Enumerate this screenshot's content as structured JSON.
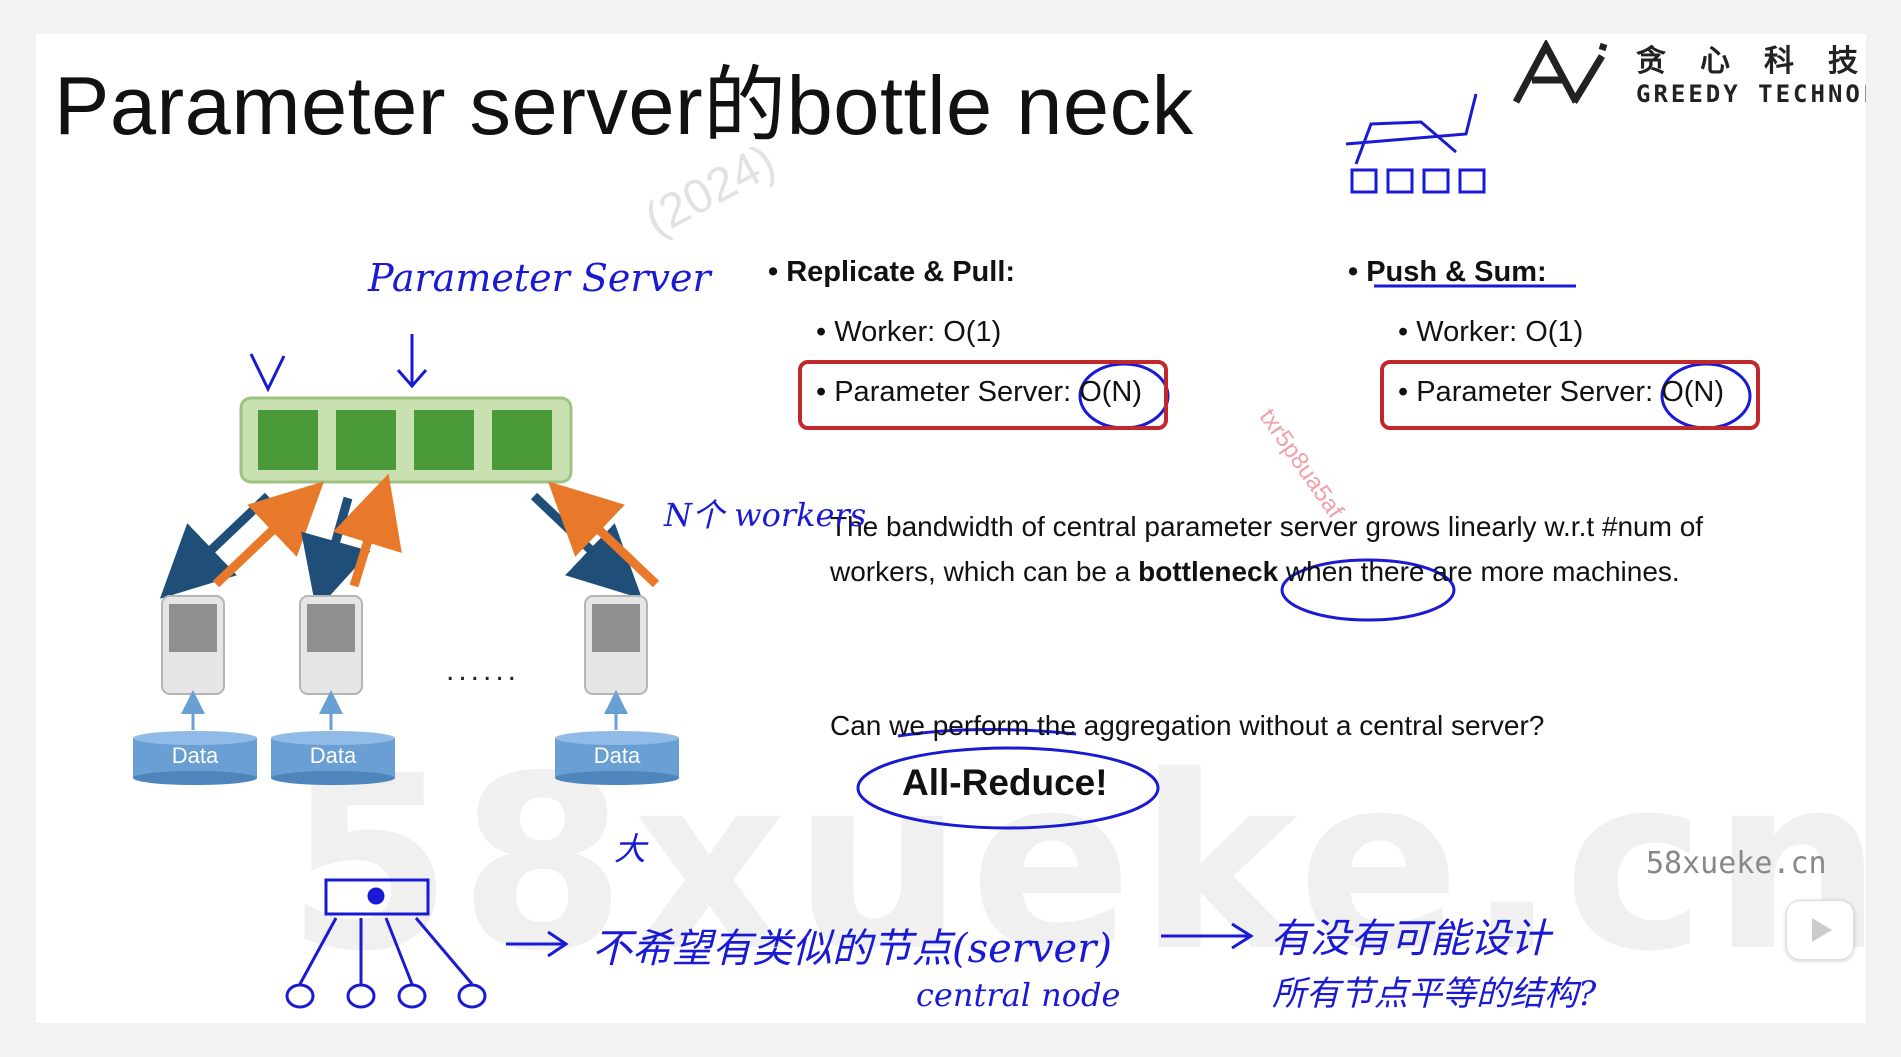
{
  "slide": {
    "title": "Parameter server的bottle neck",
    "watermark_text": "58xueke.cn",
    "watermark_year": "(2024)",
    "watermark_code": "txr5p8ua5af",
    "corner_url": "58xueke.cn",
    "logo": {
      "cn": "贪心科技",
      "en": "GREEDY TECHNOLOG"
    }
  },
  "diagram": {
    "data_labels": [
      "Data",
      "Data",
      "Data"
    ],
    "ellipsis": "......",
    "colors": {
      "server_outer": "#c9e0b0",
      "server_cell": "#4a9a3a",
      "arrow_blue": "#1f4e79",
      "arrow_orange": "#e8782a",
      "data_blue": "#6a9fd4"
    }
  },
  "replicate": {
    "heading": "Replicate & Pull:",
    "worker": "Worker: O(1)",
    "ps": "Parameter Server: O(N)"
  },
  "push": {
    "heading": "Push & Sum:",
    "worker": "Worker: O(1)",
    "ps": "Parameter Server: O(N)"
  },
  "paragraph": {
    "before": "The bandwidth of central parameter server grows linearly w.r.t #num of workers, which can be a ",
    "bold": "bottleneck",
    "after": " when there are more machines."
  },
  "question": "Can we perform the aggregation without a central server?",
  "answer": "All-Reduce!",
  "handwriting": {
    "parameter_server": "Parameter Server",
    "n_workers": "N个 workers",
    "no_central": "不希望有类似的节点(server)",
    "central_node": "central node",
    "design": "有没有可能设计",
    "structure": "所有节点平等的结构?",
    "small": "大"
  }
}
